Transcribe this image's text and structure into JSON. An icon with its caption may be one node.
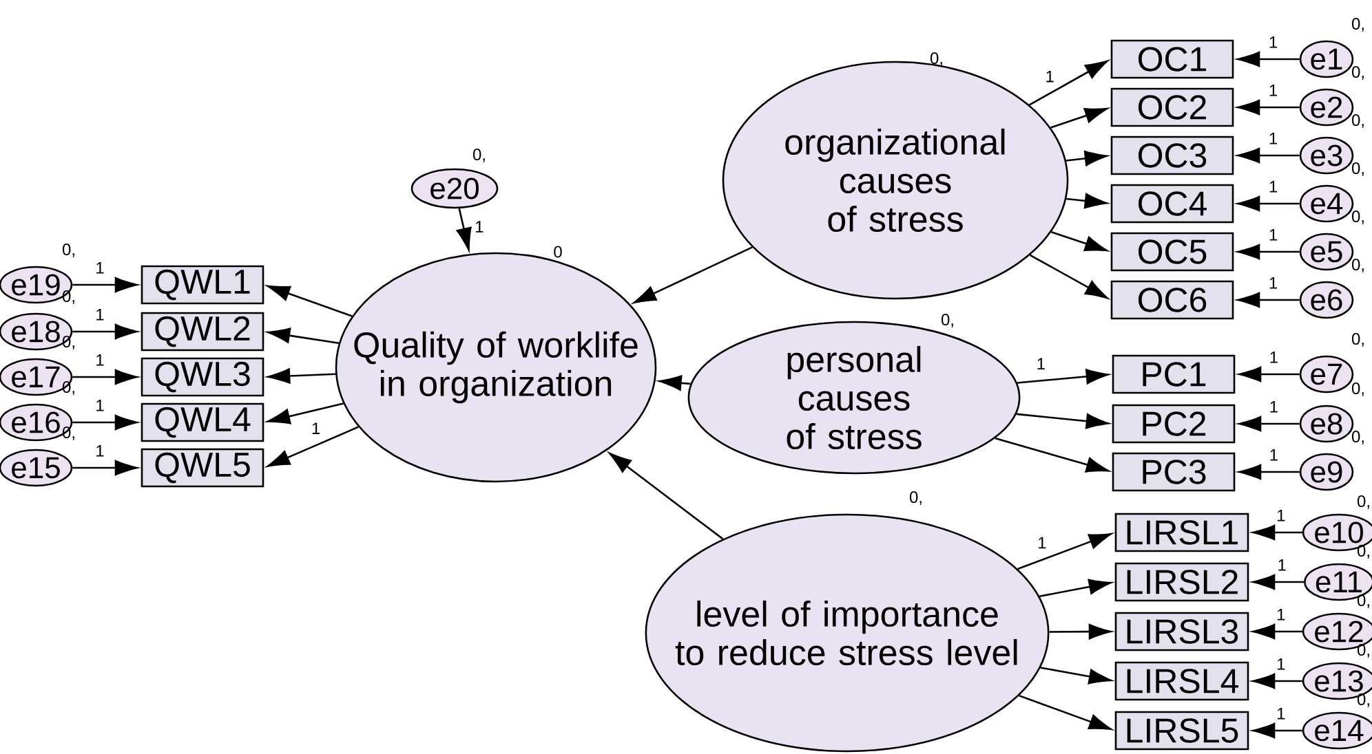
{
  "diagram": {
    "nodes": [
      {
        "text": [
          "e20"
        ],
        "beside": [
          "0,"
        ]
      },
      {
        "text": [
          "Quality of worklife in organization"
        ],
        "beside": [
          "0"
        ]
      },
      {
        "text": [
          "QWL1"
        ]
      },
      {
        "text": [
          "QWL2"
        ]
      },
      {
        "text": [
          "QWL3"
        ]
      },
      {
        "text": [
          "QWL4"
        ]
      },
      {
        "text": [
          "QWL5"
        ]
      },
      {
        "text": [
          "e19"
        ],
        "beside": [
          "0,"
        ]
      },
      {
        "text": [
          "e18"
        ],
        "beside": [
          "0,"
        ]
      },
      {
        "text": [
          "e17"
        ],
        "beside": [
          "0,"
        ]
      },
      {
        "text": [
          "e16"
        ],
        "beside": [
          "0,"
        ]
      },
      {
        "text": [
          "e15"
        ],
        "beside": [
          "0,"
        ]
      },
      {
        "text": [
          "organizational causes of stress"
        ],
        "beside": [
          "0,"
        ]
      },
      {
        "text": [
          "OC1"
        ]
      },
      {
        "text": [
          "OC2"
        ]
      },
      {
        "text": [
          "OC3"
        ]
      },
      {
        "text": [
          "OC4"
        ]
      },
      {
        "text": [
          "OC5"
        ]
      },
      {
        "text": [
          "OC6"
        ]
      },
      {
        "text": [
          "e1"
        ],
        "beside": [
          "0,"
        ]
      },
      {
        "text": [
          "e2"
        ],
        "beside": [
          "0,"
        ]
      },
      {
        "text": [
          "e3"
        ],
        "beside": [
          "0,"
        ]
      },
      {
        "text": [
          "e4"
        ],
        "beside": [
          "0,"
        ]
      },
      {
        "text": [
          "e5"
        ],
        "beside": [
          "0,"
        ]
      },
      {
        "text": [
          "e6"
        ],
        "beside": [
          "0,"
        ]
      },
      {
        "text": [
          "personal causes of stress"
        ],
        "beside": [
          "0,"
        ]
      },
      {
        "text": [
          "PC1"
        ]
      },
      {
        "text": [
          "PC2"
        ]
      },
      {
        "text": [
          "PC3"
        ]
      },
      {
        "text": [
          "e7"
        ],
        "beside": [
          "0,"
        ]
      },
      {
        "text": [
          "e8"
        ],
        "beside": [
          "0,"
        ]
      },
      {
        "text": [
          "e9"
        ],
        "beside": [
          "0,"
        ]
      },
      {
        "text": [
          "level of importance to reduce stress level"
        ],
        "beside": [
          "0,"
        ]
      },
      {
        "text": [
          "LIRSL1"
        ]
      },
      {
        "text": [
          "LIRSL2"
        ]
      },
      {
        "text": [
          "LIRSL3"
        ]
      },
      {
        "text": [
          "LIRSL4"
        ]
      },
      {
        "text": [
          "LIRSL5"
        ]
      },
      {
        "text": [
          "e10"
        ],
        "beside": [
          "0,"
        ]
      },
      {
        "text": [
          "e11"
        ],
        "beside": [
          "0,"
        ]
      },
      {
        "text": [
          "e12"
        ],
        "beside": [
          "0,"
        ]
      },
      {
        "text": [
          "e13"
        ],
        "beside": [
          "0,"
        ]
      },
      {
        "text": [
          "e14"
        ],
        "beside": [
          "0,"
        ]
      }
    ],
    "edges": [
      {
        "from": 0,
        "to": 1,
        "arrow": "to",
        "label": "1"
      },
      {
        "from": 1,
        "to": 2,
        "arrow": "to"
      },
      {
        "from": 1,
        "to": 3,
        "arrow": "to"
      },
      {
        "from": 1,
        "to": 4,
        "arrow": "to"
      },
      {
        "from": 1,
        "to": 5,
        "arrow": "to"
      },
      {
        "from": 1,
        "to": 6,
        "arrow": "to",
        "label": "1"
      },
      {
        "from": 7,
        "to": 2,
        "arrow": "to",
        "label": "1"
      },
      {
        "from": 8,
        "to": 3,
        "arrow": "to",
        "label": "1"
      },
      {
        "from": 9,
        "to": 4,
        "arrow": "to",
        "label": "1"
      },
      {
        "from": 10,
        "to": 5,
        "arrow": "to",
        "label": "1"
      },
      {
        "from": 11,
        "to": 6,
        "arrow": "to",
        "label": "1"
      },
      {
        "from": 12,
        "to": 1,
        "arrow": "to"
      },
      {
        "from": 25,
        "to": 1,
        "arrow": "to"
      },
      {
        "from": 32,
        "to": 1,
        "arrow": "to"
      },
      {
        "from": 12,
        "to": 13,
        "arrow": "to",
        "label": "1"
      },
      {
        "from": 12,
        "to": 14,
        "arrow": "to"
      },
      {
        "from": 12,
        "to": 15,
        "arrow": "to"
      },
      {
        "from": 12,
        "to": 16,
        "arrow": "to"
      },
      {
        "from": 12,
        "to": 17,
        "arrow": "to"
      },
      {
        "from": 12,
        "to": 18,
        "arrow": "to"
      },
      {
        "from": 19,
        "to": 13,
        "arrow": "to",
        "label": "1"
      },
      {
        "from": 20,
        "to": 14,
        "arrow": "to",
        "label": "1"
      },
      {
        "from": 21,
        "to": 15,
        "arrow": "to",
        "label": "1"
      },
      {
        "from": 22,
        "to": 16,
        "arrow": "to",
        "label": "1"
      },
      {
        "from": 23,
        "to": 17,
        "arrow": "to",
        "label": "1"
      },
      {
        "from": 24,
        "to": 18,
        "arrow": "to",
        "label": "1"
      },
      {
        "from": 25,
        "to": 26,
        "arrow": "to",
        "label": "1"
      },
      {
        "from": 25,
        "to": 27,
        "arrow": "to"
      },
      {
        "from": 25,
        "to": 28,
        "arrow": "to"
      },
      {
        "from": 29,
        "to": 26,
        "arrow": "to",
        "label": "1"
      },
      {
        "from": 30,
        "to": 27,
        "arrow": "to",
        "label": "1"
      },
      {
        "from": 31,
        "to": 28,
        "arrow": "to",
        "label": "1"
      },
      {
        "from": 32,
        "to": 33,
        "arrow": "to",
        "label": "1"
      },
      {
        "from": 32,
        "to": 34,
        "arrow": "to"
      },
      {
        "from": 32,
        "to": 35,
        "arrow": "to"
      },
      {
        "from": 32,
        "to": 36,
        "arrow": "to"
      },
      {
        "from": 32,
        "to": 37,
        "arrow": "to"
      },
      {
        "from": 38,
        "to": 33,
        "arrow": "to",
        "label": "1"
      },
      {
        "from": 39,
        "to": 34,
        "arrow": "to",
        "label": "1"
      },
      {
        "from": 40,
        "to": 35,
        "arrow": "to",
        "label": "1"
      },
      {
        "from": 41,
        "to": 36,
        "arrow": "to",
        "label": "1"
      },
      {
        "from": 42,
        "to": 37,
        "arrow": "to",
        "label": "1"
      }
    ]
  }
}
